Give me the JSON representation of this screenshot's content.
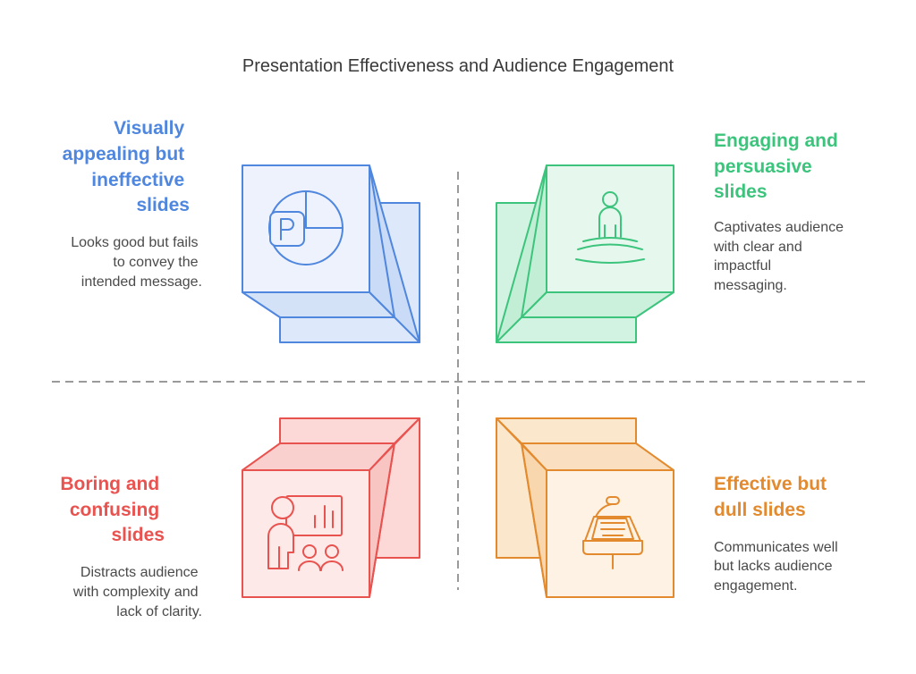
{
  "title": "Presentation Effectiveness and Audience Engagement",
  "quadrants": {
    "top_left": {
      "title_lines": [
        "Visually",
        "appealing but",
        "ineffective",
        "slides"
      ],
      "desc_lines": [
        "Looks good but fails",
        "to convey the",
        "intended message."
      ],
      "color": "#4f86de",
      "fill": "#edf2fc",
      "icon": "presentation-software-icon"
    },
    "top_right": {
      "title_lines": [
        "Engaging and",
        "persuasive",
        "slides"
      ],
      "desc_lines": [
        "Captivates audience",
        "with clear and",
        "impactful",
        "messaging."
      ],
      "color": "#3cc47c",
      "fill": "#e6f8ee",
      "icon": "person-meditating-icon"
    },
    "bottom_left": {
      "title_lines": [
        "Boring and",
        "confusing",
        "slides"
      ],
      "desc_lines": [
        "Distracts audience",
        "with complexity and",
        "lack of clarity."
      ],
      "color": "#e8524f",
      "fill": "#fde9e8",
      "icon": "presenter-audience-icon"
    },
    "bottom_right": {
      "title_lines": [
        "Effective but",
        "dull slides"
      ],
      "desc_lines": [
        "Communicates well",
        "but lacks audience",
        "engagement."
      ],
      "color": "#e38a2e",
      "fill": "#fdf2e3",
      "icon": "podium-microphone-icon"
    }
  }
}
